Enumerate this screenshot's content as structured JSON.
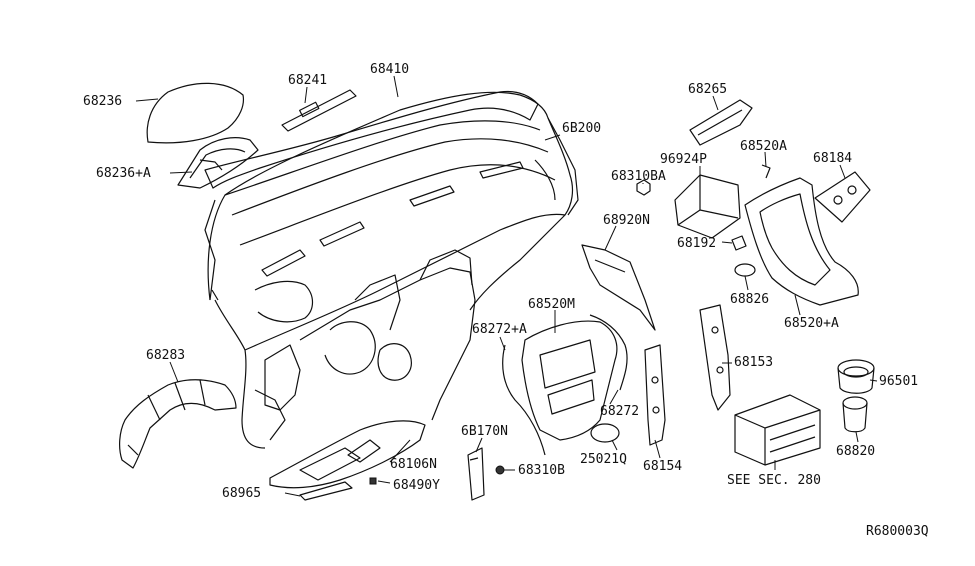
{
  "diagram": {
    "reference_code": "R680003Q",
    "see_section": "SEE SEC. 280",
    "parts": [
      {
        "id": "p68236",
        "label": "68236"
      },
      {
        "id": "p68241",
        "label": "68241"
      },
      {
        "id": "p68410",
        "label": "68410"
      },
      {
        "id": "p68236A",
        "label": "68236+A"
      },
      {
        "id": "p6B200",
        "label": "6B200"
      },
      {
        "id": "p68265",
        "label": "68265"
      },
      {
        "id": "p96924P",
        "label": "96924P"
      },
      {
        "id": "p68520A",
        "label": "68520A"
      },
      {
        "id": "p68184",
        "label": "68184"
      },
      {
        "id": "p68310BA",
        "label": "68310BA"
      },
      {
        "id": "p68920N",
        "label": "68920N"
      },
      {
        "id": "p68192",
        "label": "68192"
      },
      {
        "id": "p68826",
        "label": "68826"
      },
      {
        "id": "p68520pA",
        "label": "68520+A"
      },
      {
        "id": "p68520M",
        "label": "68520M"
      },
      {
        "id": "p68272A",
        "label": "68272+A"
      },
      {
        "id": "p68153",
        "label": "68153"
      },
      {
        "id": "p68283",
        "label": "68283"
      },
      {
        "id": "p96501",
        "label": "96501"
      },
      {
        "id": "p68272",
        "label": "68272"
      },
      {
        "id": "p6B170N",
        "label": "6B170N"
      },
      {
        "id": "p68106N",
        "label": "68106N"
      },
      {
        "id": "p25021Q",
        "label": "25021Q"
      },
      {
        "id": "p68154",
        "label": "68154"
      },
      {
        "id": "p68820",
        "label": "68820"
      },
      {
        "id": "p68310B",
        "label": "68310B"
      },
      {
        "id": "p68965",
        "label": "68965"
      },
      {
        "id": "p68490Y",
        "label": "68490Y"
      }
    ]
  }
}
